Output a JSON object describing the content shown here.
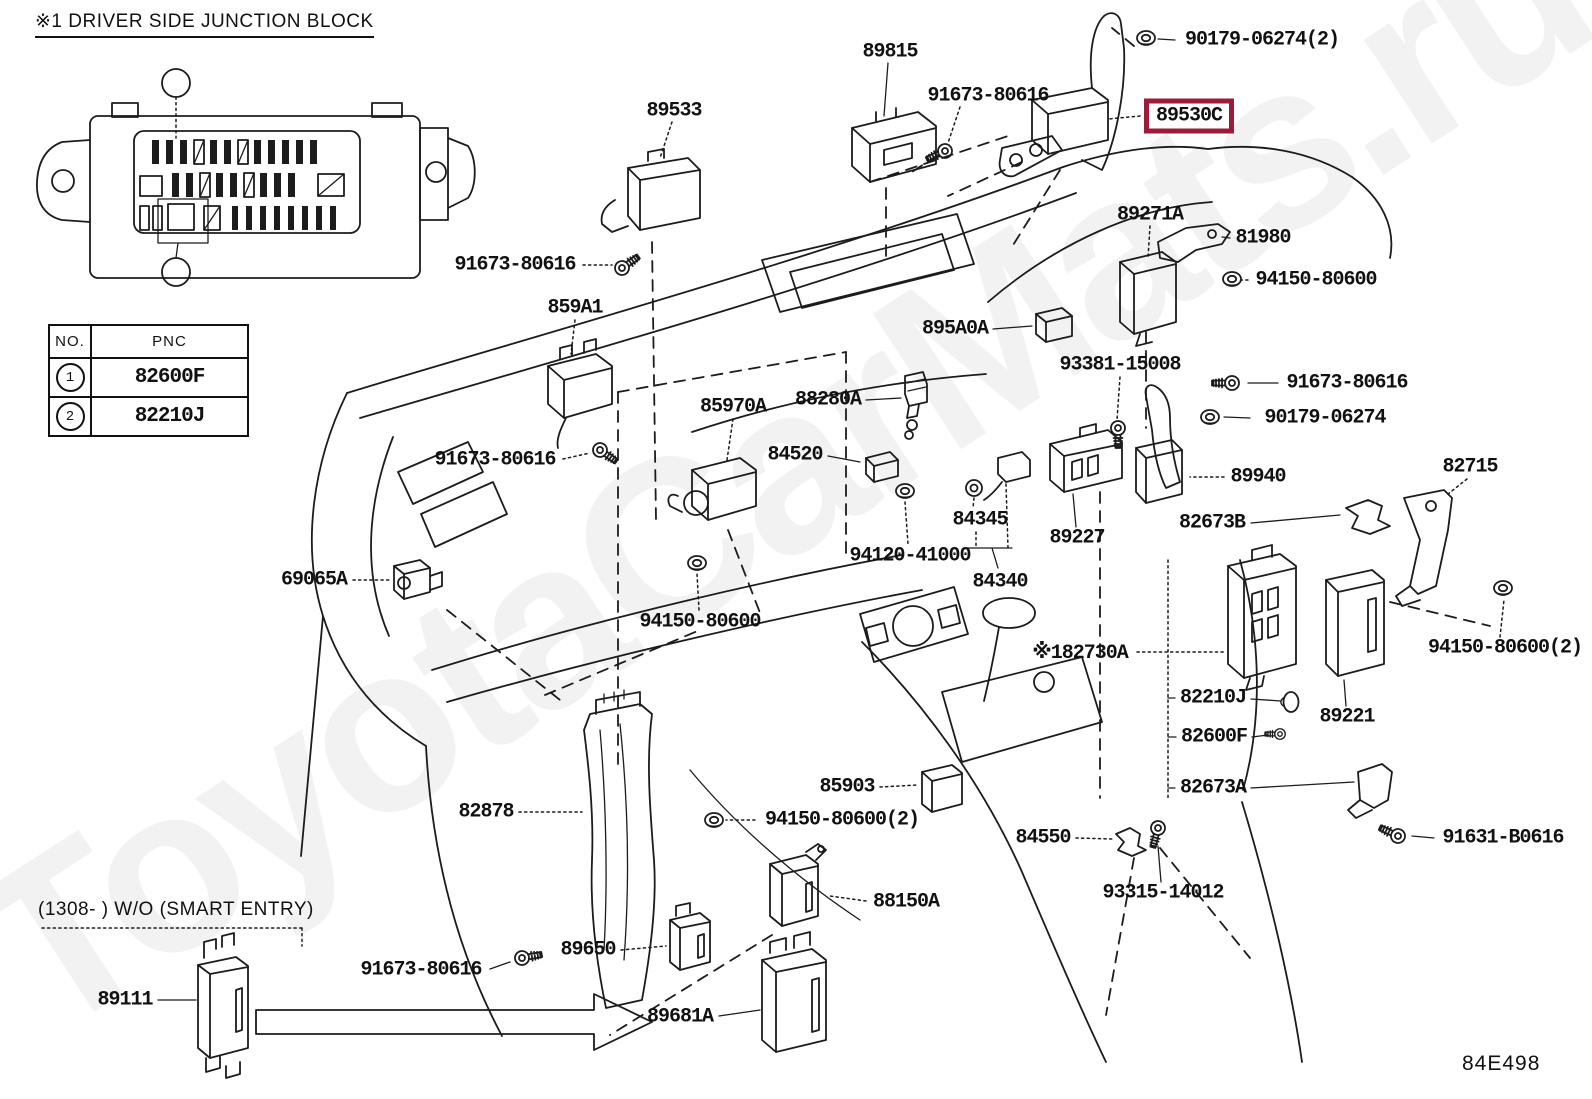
{
  "page": {
    "title": "※1  DRIVER SIDE JUNCTION BLOCK",
    "note": "(1308-        ) W/O (SMART ENTRY)",
    "diagram_code": "84E498",
    "watermark": "ToyotaCarMats.ru",
    "highlight_color": "#9c1b38",
    "line_color": "#1c1c1c"
  },
  "junction_block": {
    "callouts": [
      "1",
      "2"
    ]
  },
  "pnc_table": {
    "headers": [
      "NO.",
      "PNC"
    ],
    "rows": [
      {
        "no": "1",
        "pnc": "82600F"
      },
      {
        "no": "2",
        "pnc": "82210J"
      }
    ]
  },
  "labels": [
    {
      "text": "89533"
    },
    {
      "text": "89815"
    },
    {
      "text": "91673-80616"
    },
    {
      "text": "90179-06274(2)"
    },
    {
      "text": "89530C",
      "highlighted": true
    },
    {
      "text": "89271A"
    },
    {
      "text": "81980"
    },
    {
      "text": "94150-80600"
    },
    {
      "text": "91673-80616"
    },
    {
      "text": "859A1"
    },
    {
      "text": "895A0A"
    },
    {
      "text": "93381-15008"
    },
    {
      "text": "91673-80616"
    },
    {
      "text": "90179-06274"
    },
    {
      "text": "85970A"
    },
    {
      "text": "88280A"
    },
    {
      "text": "84520"
    },
    {
      "text": "89940"
    },
    {
      "text": "82715"
    },
    {
      "text": "91673-80616"
    },
    {
      "text": "84345"
    },
    {
      "text": "89227"
    },
    {
      "text": "94120-41000"
    },
    {
      "text": "82673B"
    },
    {
      "text": "84340"
    },
    {
      "text": "69065A"
    },
    {
      "text": "94150-80600"
    },
    {
      "text": "※182730A"
    },
    {
      "text": "82210J"
    },
    {
      "text": "89221"
    },
    {
      "text": "82600F"
    },
    {
      "text": "94150-80600(2)"
    },
    {
      "text": "82673A"
    },
    {
      "text": "85903"
    },
    {
      "text": "82878"
    },
    {
      "text": "94150-80600(2)"
    },
    {
      "text": "84550"
    },
    {
      "text": "91631-B0616"
    },
    {
      "text": "93315-14012"
    },
    {
      "text": "91673-80616"
    },
    {
      "text": "89650"
    },
    {
      "text": "89111"
    },
    {
      "text": "88150A"
    },
    {
      "text": "89681A"
    }
  ]
}
